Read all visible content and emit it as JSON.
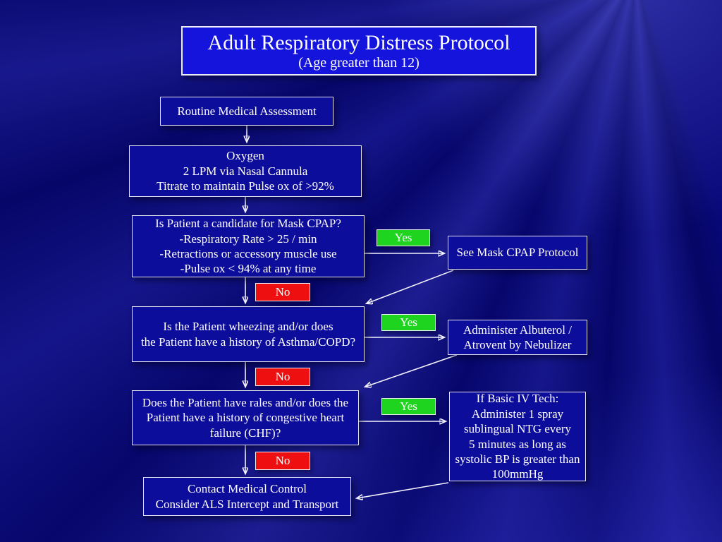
{
  "slide": {
    "title": "Adult Respiratory Distress Protocol",
    "subtitle": "(Age greater than 12)"
  },
  "labels": {
    "yes": "Yes",
    "no": "No"
  },
  "nodes": {
    "routine": "Routine Medical Assessment",
    "oxygen": "Oxygen\n2 LPM via Nasal Cannula\nTitrate to maintain Pulse ox of >92%",
    "cpap_question": "Is Patient a candidate for Mask CPAP?\n-Respiratory Rate > 25 / min\n-Retractions or accessory muscle use\n-Pulse ox < 94% at any time",
    "see_mask_cpap": "See Mask CPAP Protocol",
    "wheezing_question": "Is the Patient wheezing and/or does\nthe Patient have a history of Asthma/COPD?",
    "albuterol": "Administer Albuterol /\nAtrovent by Nebulizer",
    "chf_question": "Does the Patient have rales and/or does the\nPatient have a history of congestive heart\nfailure (CHF)?",
    "ntg": "If Basic IV Tech:\nAdminister 1 spray\nsublingual NTG every\n5 minutes as long as\nsystolic BP is greater than\n100mmHg",
    "contact": "Contact Medical Control\nConsider ALS Intercept and Transport"
  },
  "colors": {
    "background": "#08087A",
    "title_fill": "#1414DC",
    "node_fill": "#0D0D9C",
    "yes_fill": "#1FD41F",
    "no_fill": "#EE1010",
    "border": "#E3E3F2",
    "arrow": "#F4F4FF",
    "text": "#FFFFFF"
  }
}
